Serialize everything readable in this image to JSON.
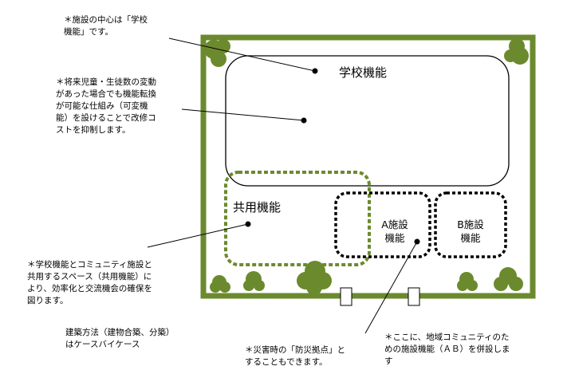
{
  "diagram": {
    "zones": {
      "school": "学校機能",
      "shared": "共用機能",
      "facility_a": "A施設\n機能",
      "facility_b": "B施設\n機能"
    },
    "notes": {
      "school_center": "＊施設の中心は「学校\n機能」です。",
      "flexibility": "＊将来児童・生徒数の変動\nがあった場合でも機能転換\nが可能な仕組み（可変機\n能）を設けることで改修コ\nストを抑制します。",
      "shared_use": "＊学校機能とコミュニティ施設と\n共用するスペース（共用機能）に\nより、効率化と交流機会の確保を\n図ります。",
      "construction": "建築方法（建物合築、分築）\nはケースバイケース",
      "disaster": "＊災害時の「防災拠点」と\nすることもできます。",
      "community": "＊ここに、地域コミュニティのた\nめの施設機能（ＡＢ）を併設しま\nす"
    },
    "colors": {
      "site_border": "#6b8a2e",
      "tree": "#6b8a2e",
      "outline": "#000000"
    }
  }
}
